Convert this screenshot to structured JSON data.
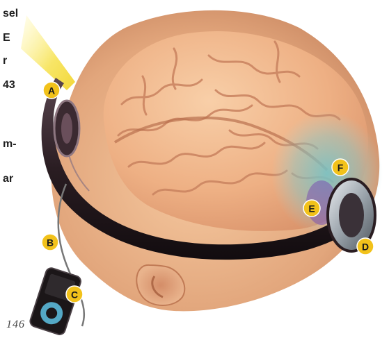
{
  "text_fragments": [
    "sel",
    "E",
    "r",
    "43",
    "m-",
    "ar"
  ],
  "callouts": [
    {
      "letter": "A"
    },
    {
      "letter": "B"
    },
    {
      "letter": "C"
    },
    {
      "letter": "D"
    },
    {
      "letter": "E"
    },
    {
      "letter": "F"
    }
  ],
  "page_number": "146",
  "colors": {
    "callout_fill": "#f2c21b",
    "headband": "#2a1d22",
    "skin": "#e7b389",
    "brain": "#f0b98f",
    "stimulation_glow": "#69c2c8",
    "light_beam": "#f7e75a"
  }
}
